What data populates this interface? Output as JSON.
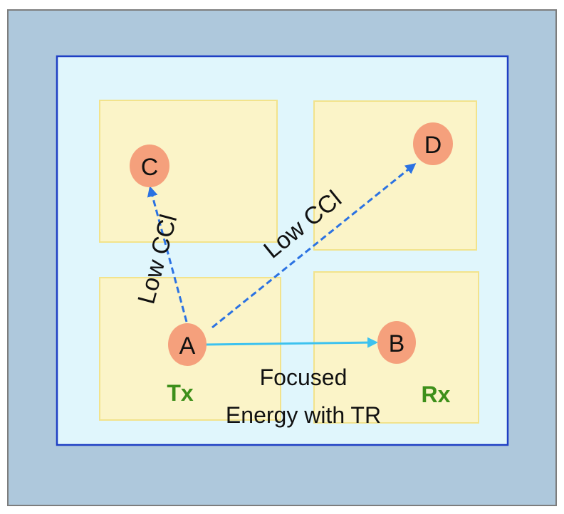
{
  "nodes": {
    "a": "A",
    "b": "B",
    "c": "C",
    "d": "D"
  },
  "labels": {
    "low_ccl_vertical": "Low CCl",
    "low_ccl_diagonal": "Low CCl",
    "tx": "Tx",
    "rx": "Rx",
    "focused_line1": "Focused",
    "focused_line2": "Energy with TR"
  },
  "colors": {
    "outer_fill": "#aec8dc",
    "inner_fill": "#e0f6fc",
    "inner_border": "#1f3fc4",
    "room_fill": "#fbf4c8",
    "room_border": "#f2e38c",
    "node_fill": "#f5a07c",
    "dashed_arrow": "#2b72e2",
    "solid_arrow": "#3dc2ef",
    "green_text": "#3d8f1a"
  }
}
